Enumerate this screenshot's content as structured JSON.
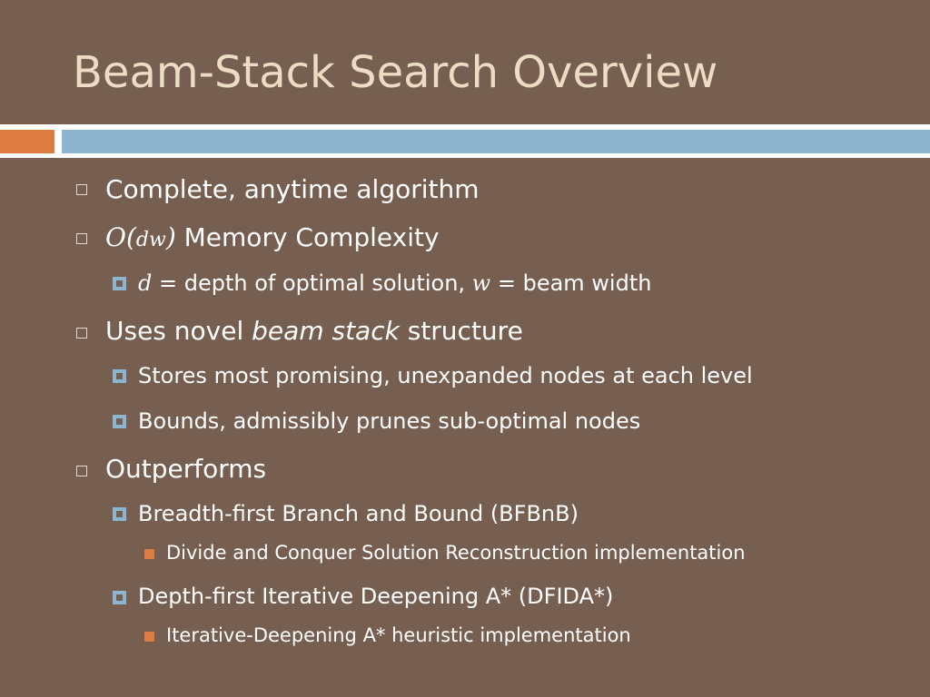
{
  "slide": {
    "title": "Beam-Stack Search Overview"
  },
  "bullets": {
    "complete": "Complete, anytime algorithm",
    "memory": {
      "o": "O(",
      "dw": "dw",
      "close": ")",
      "rest": " Memory Complexity"
    },
    "memory_detail": {
      "d": "d",
      "after_d": " = depth of optimal solution, ",
      "w": "w",
      "after_w": " = beam width"
    },
    "uses": {
      "pre": "Uses novel ",
      "em": "beam stack",
      "post": " structure"
    },
    "stores": "Stores most promising, unexpanded nodes at each level",
    "bounds": "Bounds, admissibly prunes sub-optimal nodes",
    "outperforms": "Outperforms",
    "bfbnb": "Breadth-first Branch and Bound (BFBnB)",
    "bfbnb_detail": "Divide and Conquer Solution Reconstruction implementation",
    "dfida": "Depth-first Iterative Deepening A* (DFIDA*)",
    "dfida_detail": "Iterative-Deepening A* heuristic implementation"
  },
  "colors": {
    "background": "#765e51",
    "title": "#ecdcc3",
    "accent_orange": "#dc7c40",
    "accent_blue": "#8eb5cf"
  }
}
